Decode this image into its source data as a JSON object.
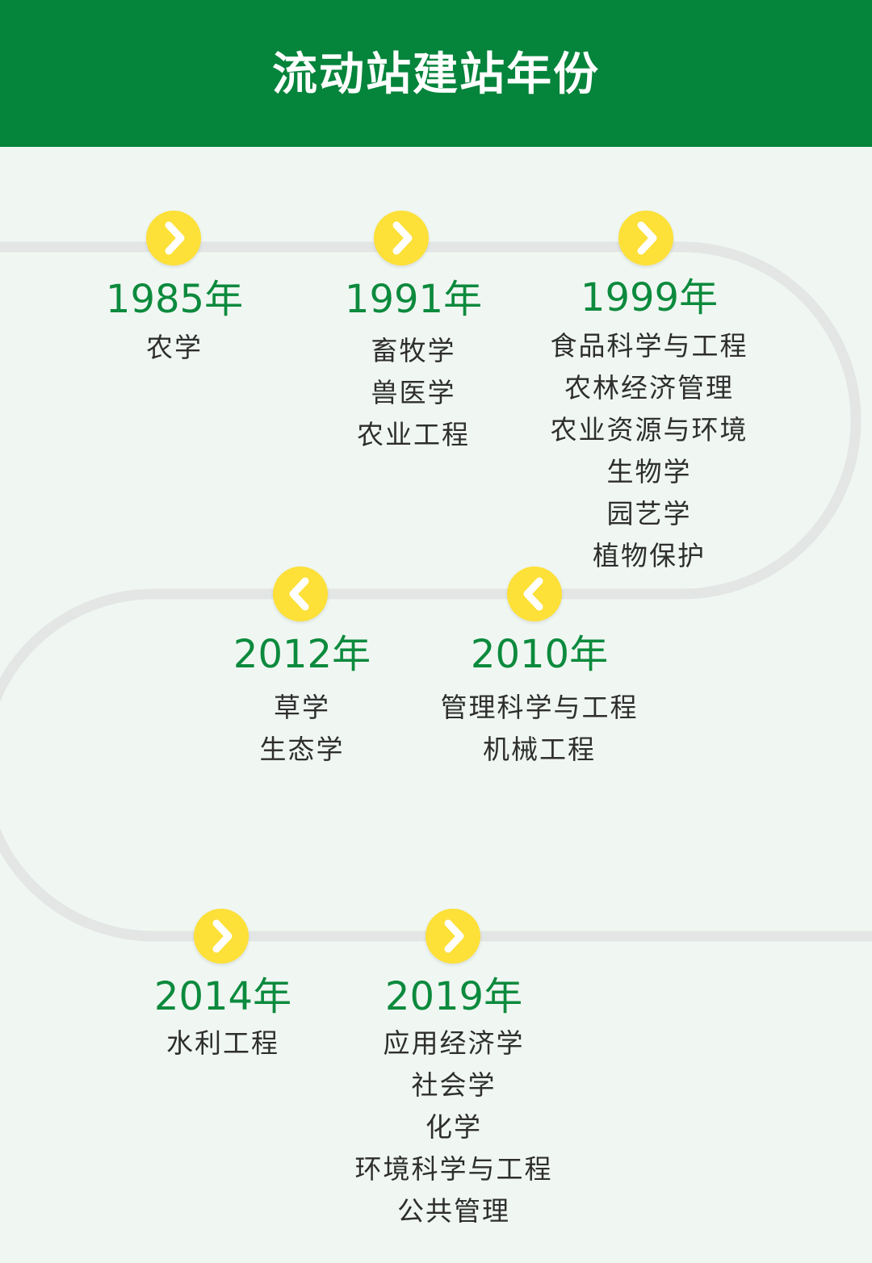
{
  "header": {
    "title": "流动站建站年份"
  },
  "colors": {
    "header_bg": "#05843b",
    "page_bg": "#f0f7f2",
    "path": "#e3e6e4",
    "marker": "#fde038",
    "year": "#0c8a3d",
    "subject": "#2e2e2e"
  },
  "timeline": [
    {
      "year": "1985年",
      "direction": "right",
      "subjects": [
        "农学"
      ]
    },
    {
      "year": "1991年",
      "direction": "right",
      "subjects": [
        "畜牧学",
        "兽医学",
        "农业工程"
      ]
    },
    {
      "year": "1999年",
      "direction": "right",
      "subjects": [
        "食品科学与工程",
        "农林经济管理",
        "农业资源与环境",
        "生物学",
        "园艺学",
        "植物保护"
      ]
    },
    {
      "year": "2010年",
      "direction": "left",
      "subjects": [
        "管理科学与工程",
        "机械工程"
      ]
    },
    {
      "year": "2012年",
      "direction": "left",
      "subjects": [
        "草学",
        "生态学"
      ]
    },
    {
      "year": "2014年",
      "direction": "right",
      "subjects": [
        "水利工程"
      ]
    },
    {
      "year": "2019年",
      "direction": "right",
      "subjects": [
        "应用经济学",
        "社会学",
        "化学",
        "环境科学与工程",
        "公共管理"
      ]
    }
  ]
}
